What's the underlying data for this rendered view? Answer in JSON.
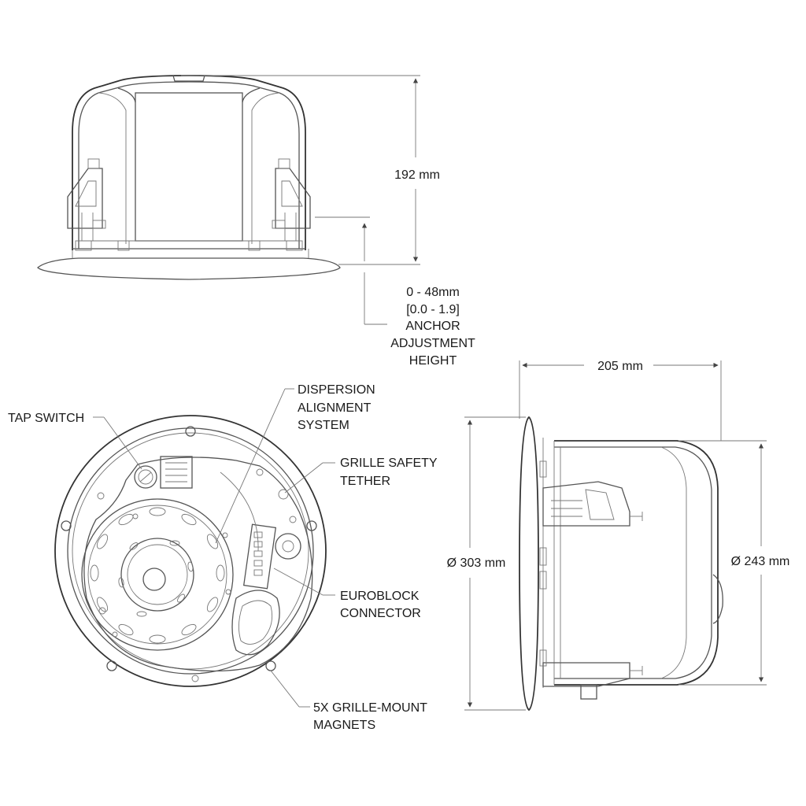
{
  "dimensions": {
    "height": "192 mm",
    "anchor_line1": "0 - 48mm",
    "anchor_line2": "[0.0 - 1.9]",
    "anchor_line3": "ANCHOR",
    "anchor_line4": "ADJUSTMENT",
    "anchor_line5": "HEIGHT",
    "depth": "205 mm",
    "outer_diameter": "Ø 303 mm",
    "inner_diameter": "Ø 243 mm"
  },
  "callouts": {
    "tap_switch": "TAP SWITCH",
    "dispersion_1": "DISPERSION",
    "dispersion_2": "ALIGNMENT",
    "dispersion_3": "SYSTEM",
    "tether_1": "GRILLE SAFETY",
    "tether_2": "TETHER",
    "euroblock_1": "EUROBLOCK",
    "euroblock_2": "CONNECTOR",
    "magnets_1": "5X GRILLE-MOUNT",
    "magnets_2": "MAGNETS"
  }
}
